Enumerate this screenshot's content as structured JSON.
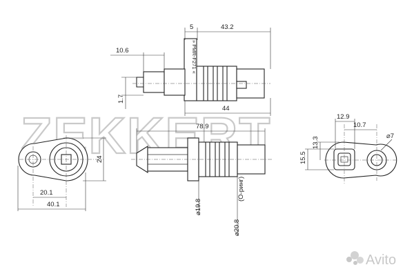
{
  "watermark": {
    "brand": "ZEKKERT",
    "marketplace": "Avito"
  },
  "part_marking": "» PMR-F271 «",
  "dimensions": {
    "top_view": {
      "flange_offset": "5",
      "total_length": "43.2",
      "connector_offset": "10.6",
      "height_step": "1.7",
      "body_length": "44"
    },
    "side_view": {
      "overall_length": "78.9",
      "flange_dia": "⌀19.8",
      "body_dia": "⌀20.8",
      "note": "(О-ринг)"
    },
    "flange_view": {
      "height": "24",
      "hole_offset": "20.1",
      "width": "40.1"
    },
    "connector_view": {
      "width_a": "12.9",
      "width_b": "10.7",
      "hole_dia": "⌀7",
      "height_a": "13.3",
      "height_b": "15.5"
    }
  },
  "colors": {
    "line": "#222222",
    "watermark": "#c9c9c9"
  }
}
